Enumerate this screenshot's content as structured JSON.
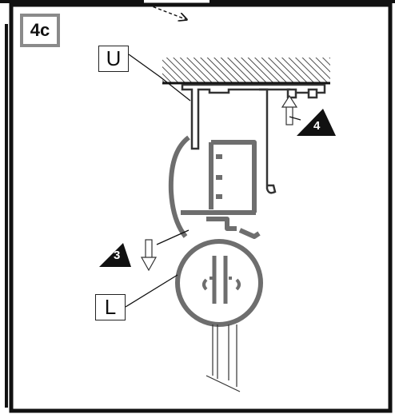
{
  "step": {
    "label": "4c"
  },
  "callouts": {
    "upper": "U",
    "lower": "L"
  },
  "arrows": {
    "down_step": "3",
    "up_step": "4"
  },
  "colors": {
    "frame": "#111111",
    "badge_border": "#8a8a8a",
    "profile_fill": "#6e6e6e",
    "ceiling_hatch": "#222222"
  }
}
